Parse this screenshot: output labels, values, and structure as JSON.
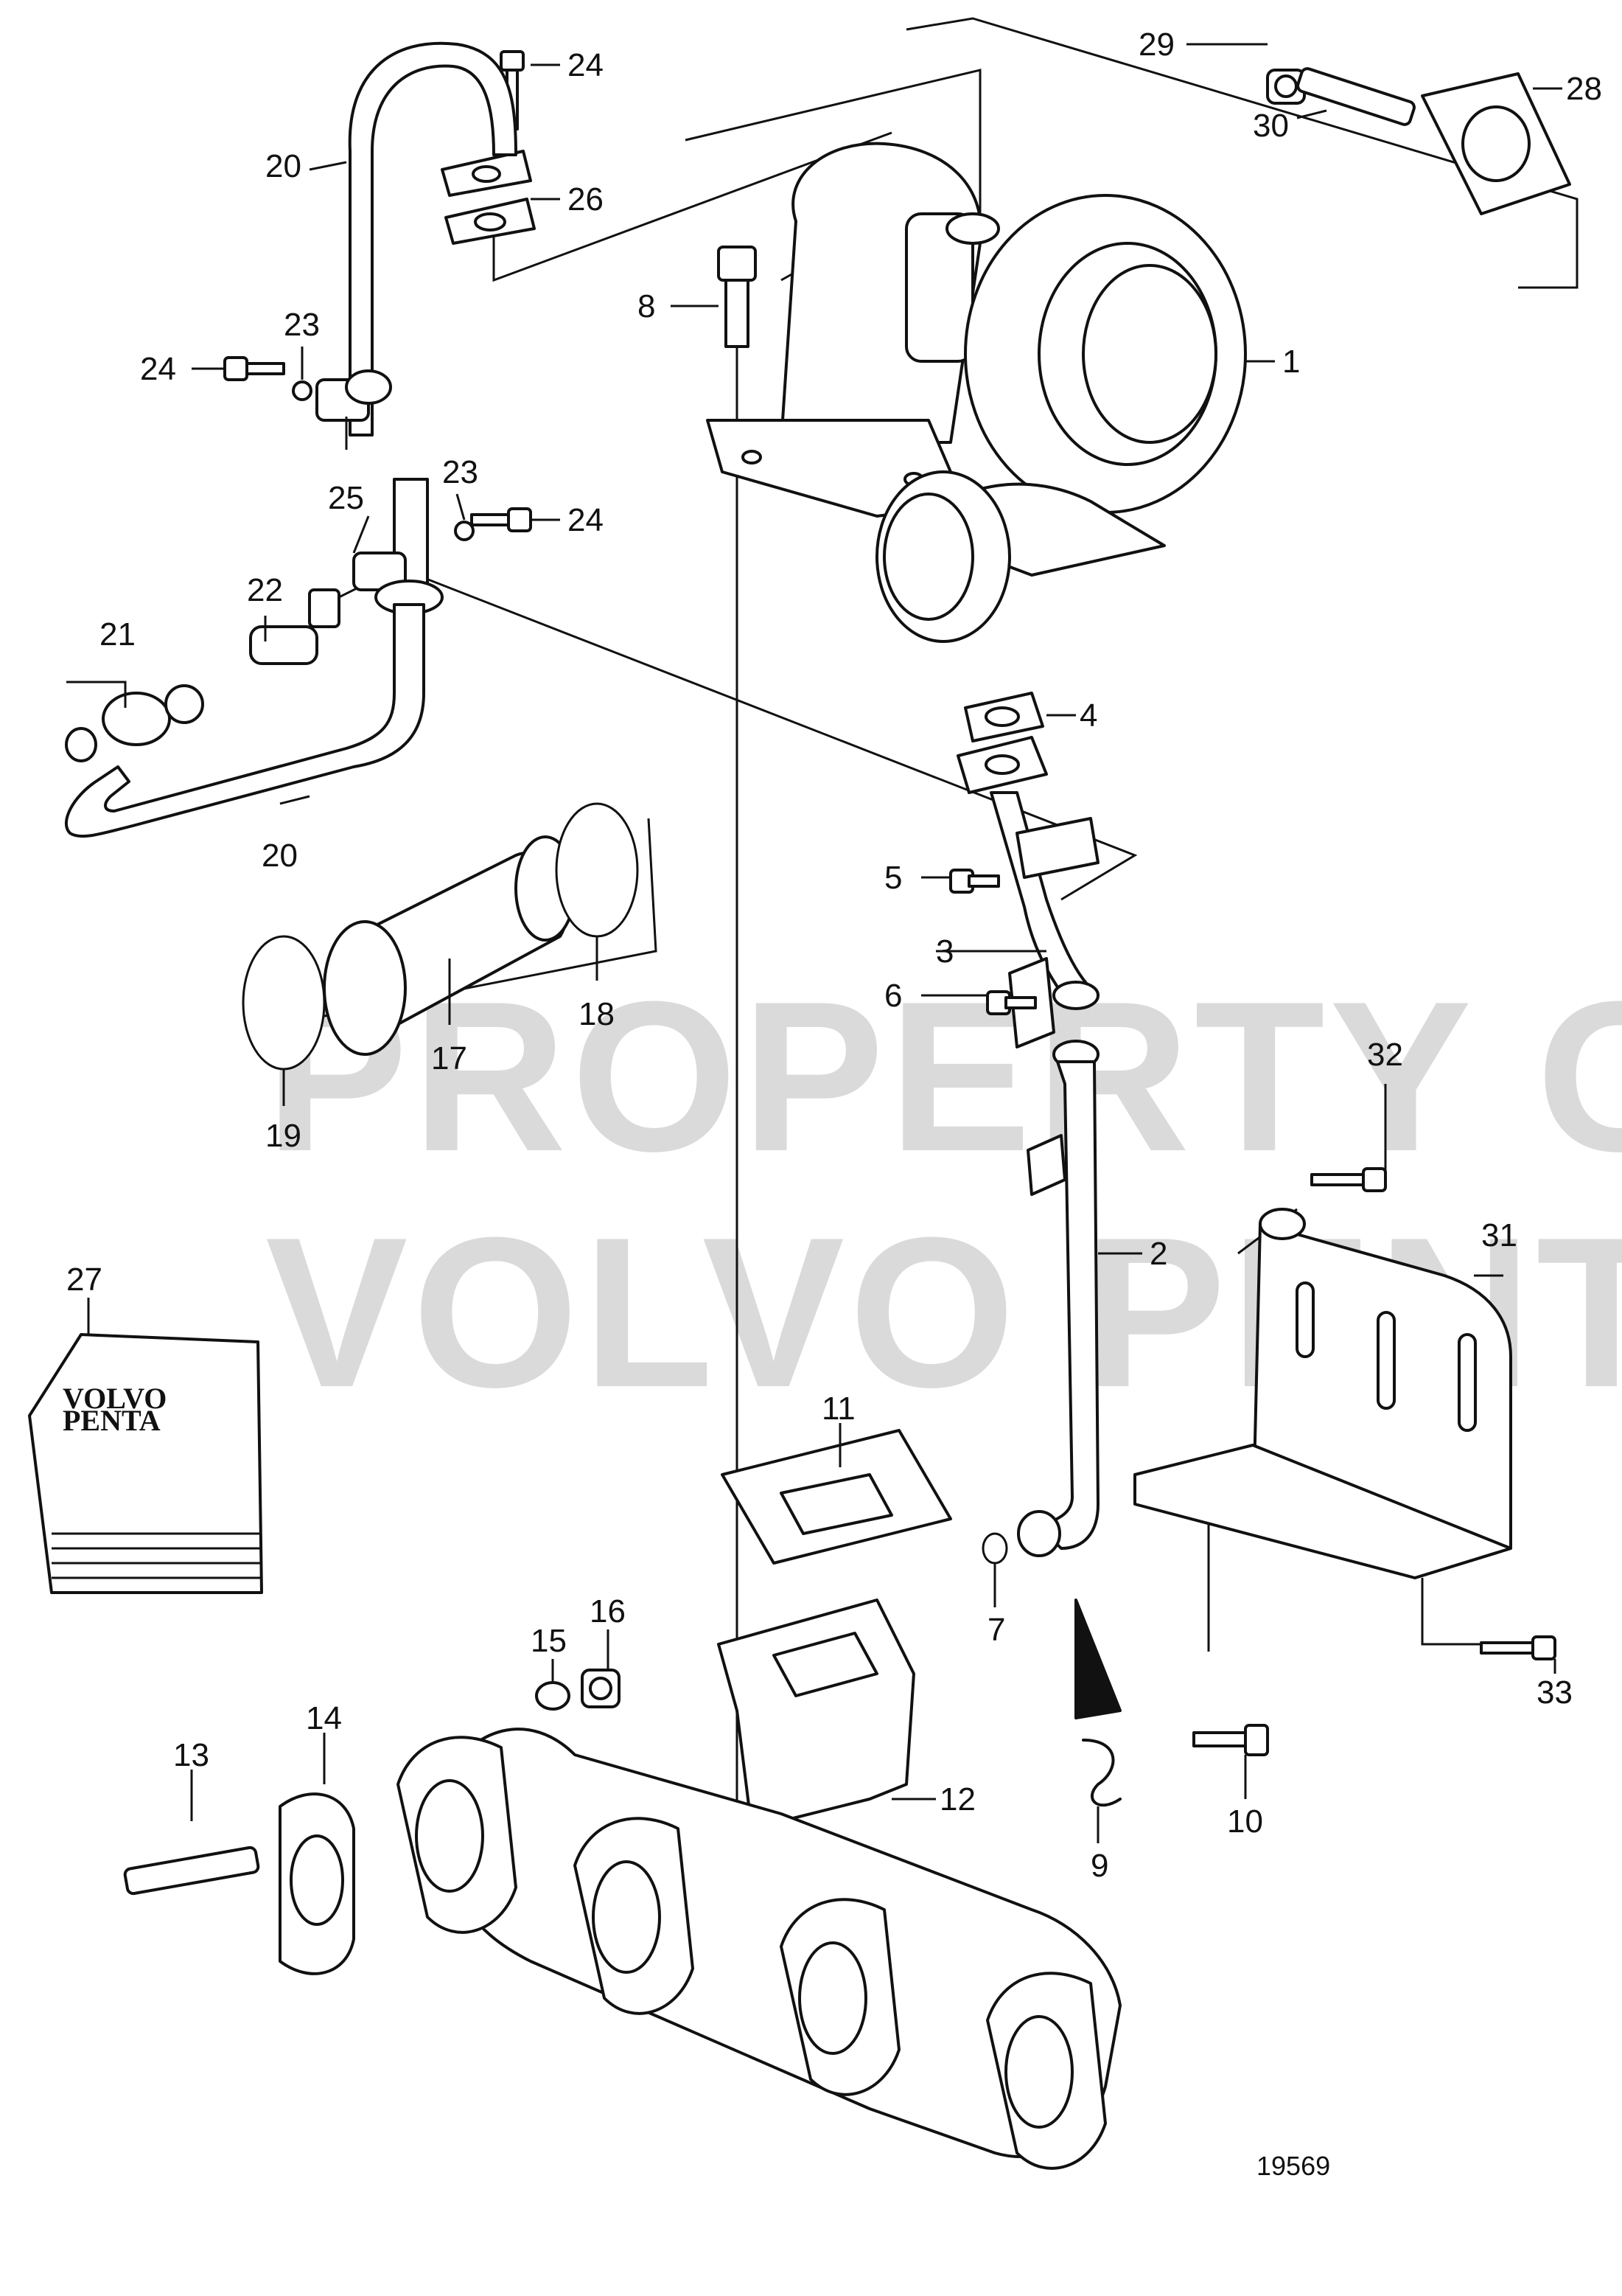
{
  "watermark": {
    "line1": "PROPERTY OF",
    "line2": "VOLVO PENTA"
  },
  "kit_box": {
    "brand_line1": "VOLVO",
    "brand_line2": "PENTA"
  },
  "figure_number": "19569",
  "callouts": {
    "c1": "1",
    "c2": "2",
    "c3": "3",
    "c4": "4",
    "c5": "5",
    "c6": "6",
    "c7": "7",
    "c8": "8",
    "c9": "9",
    "c10": "10",
    "c11": "11",
    "c12": "12",
    "c13": "13",
    "c14": "14",
    "c15": "15",
    "c16": "16",
    "c17": "17",
    "c18": "18",
    "c19": "19",
    "c20a": "20",
    "c20b": "20",
    "c21": "21",
    "c22": "22",
    "c23a": "23",
    "c23b": "23",
    "c24a": "24",
    "c24b": "24",
    "c24c": "24",
    "c25": "25",
    "c26": "26",
    "c27": "27",
    "c28": "28",
    "c29": "29",
    "c30": "30",
    "c31": "31",
    "c32": "32",
    "c33": "33"
  }
}
